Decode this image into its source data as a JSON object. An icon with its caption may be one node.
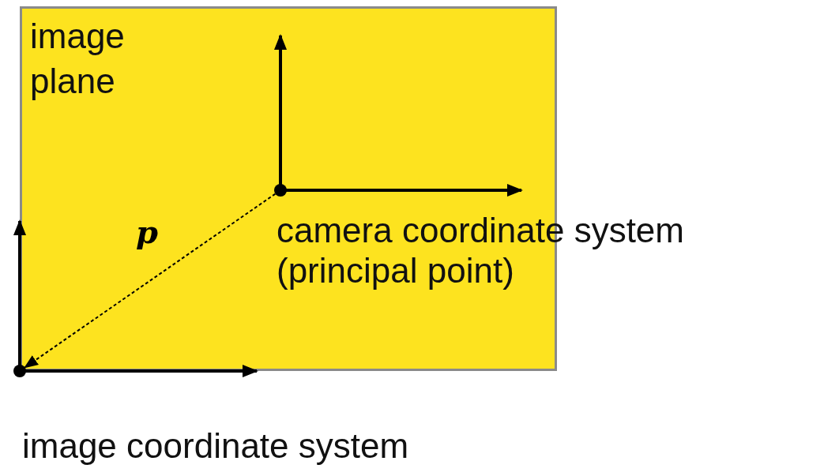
{
  "diagram": {
    "nodes": [
      {
        "text": [
          "image plane"
        ]
      },
      {
        "text": [],
        "shape": "circle",
        "in": 0,
        "beside": [
          "camera coordinate system (principal point)"
        ]
      },
      {
        "text": [],
        "shape": "circle",
        "beside": [
          "image coordinate system"
        ]
      }
    ],
    "edges": [
      {
        "from": 1,
        "to": 2,
        "arrow": "to",
        "label": "p",
        "style": "dashed"
      }
    ]
  }
}
